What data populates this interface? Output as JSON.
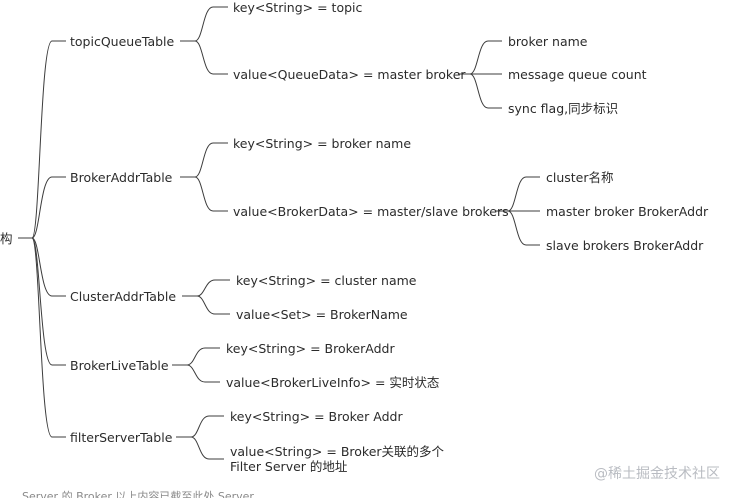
{
  "root": {
    "label": "构"
  },
  "branches": [
    {
      "id": "topic",
      "label": "topicQueueTable",
      "children": [
        {
          "label": "key<String> = topic"
        },
        {
          "label": "value<QueueData> = master broker",
          "children": [
            {
              "label": "broker name"
            },
            {
              "label": "message queue count"
            },
            {
              "label": "sync flag,同步标识"
            }
          ]
        }
      ]
    },
    {
      "id": "brokeraddr",
      "label": "BrokerAddrTable",
      "children": [
        {
          "label": "key<String> = broker name"
        },
        {
          "label": "value<BrokerData> = master/slave brokers",
          "children": [
            {
              "label": "cluster名称"
            },
            {
              "label": "master broker BrokerAddr"
            },
            {
              "label": "slave brokers BrokerAddr"
            }
          ]
        }
      ]
    },
    {
      "id": "clusteraddr",
      "label": "ClusterAddrTable",
      "children": [
        {
          "label": "key<String> = cluster name"
        },
        {
          "label": "value<Set> = BrokerName"
        }
      ]
    },
    {
      "id": "brokerlive",
      "label": "BrokerLiveTable",
      "children": [
        {
          "label": "key<String> = BrokerAddr"
        },
        {
          "label": "value<BrokerLiveInfo> = 实时状态"
        }
      ]
    },
    {
      "id": "filterserver",
      "label": "filterServerTable",
      "children": [
        {
          "label": "key<String> = Broker Addr"
        },
        {
          "label": "value<String> = Broker关联的多个 Filter Server 的地址"
        }
      ]
    }
  ],
  "watermark": "@稀土掘金技术社区",
  "cutoff_text": "Server 的 Broker 以上内容已截至此处 Server"
}
